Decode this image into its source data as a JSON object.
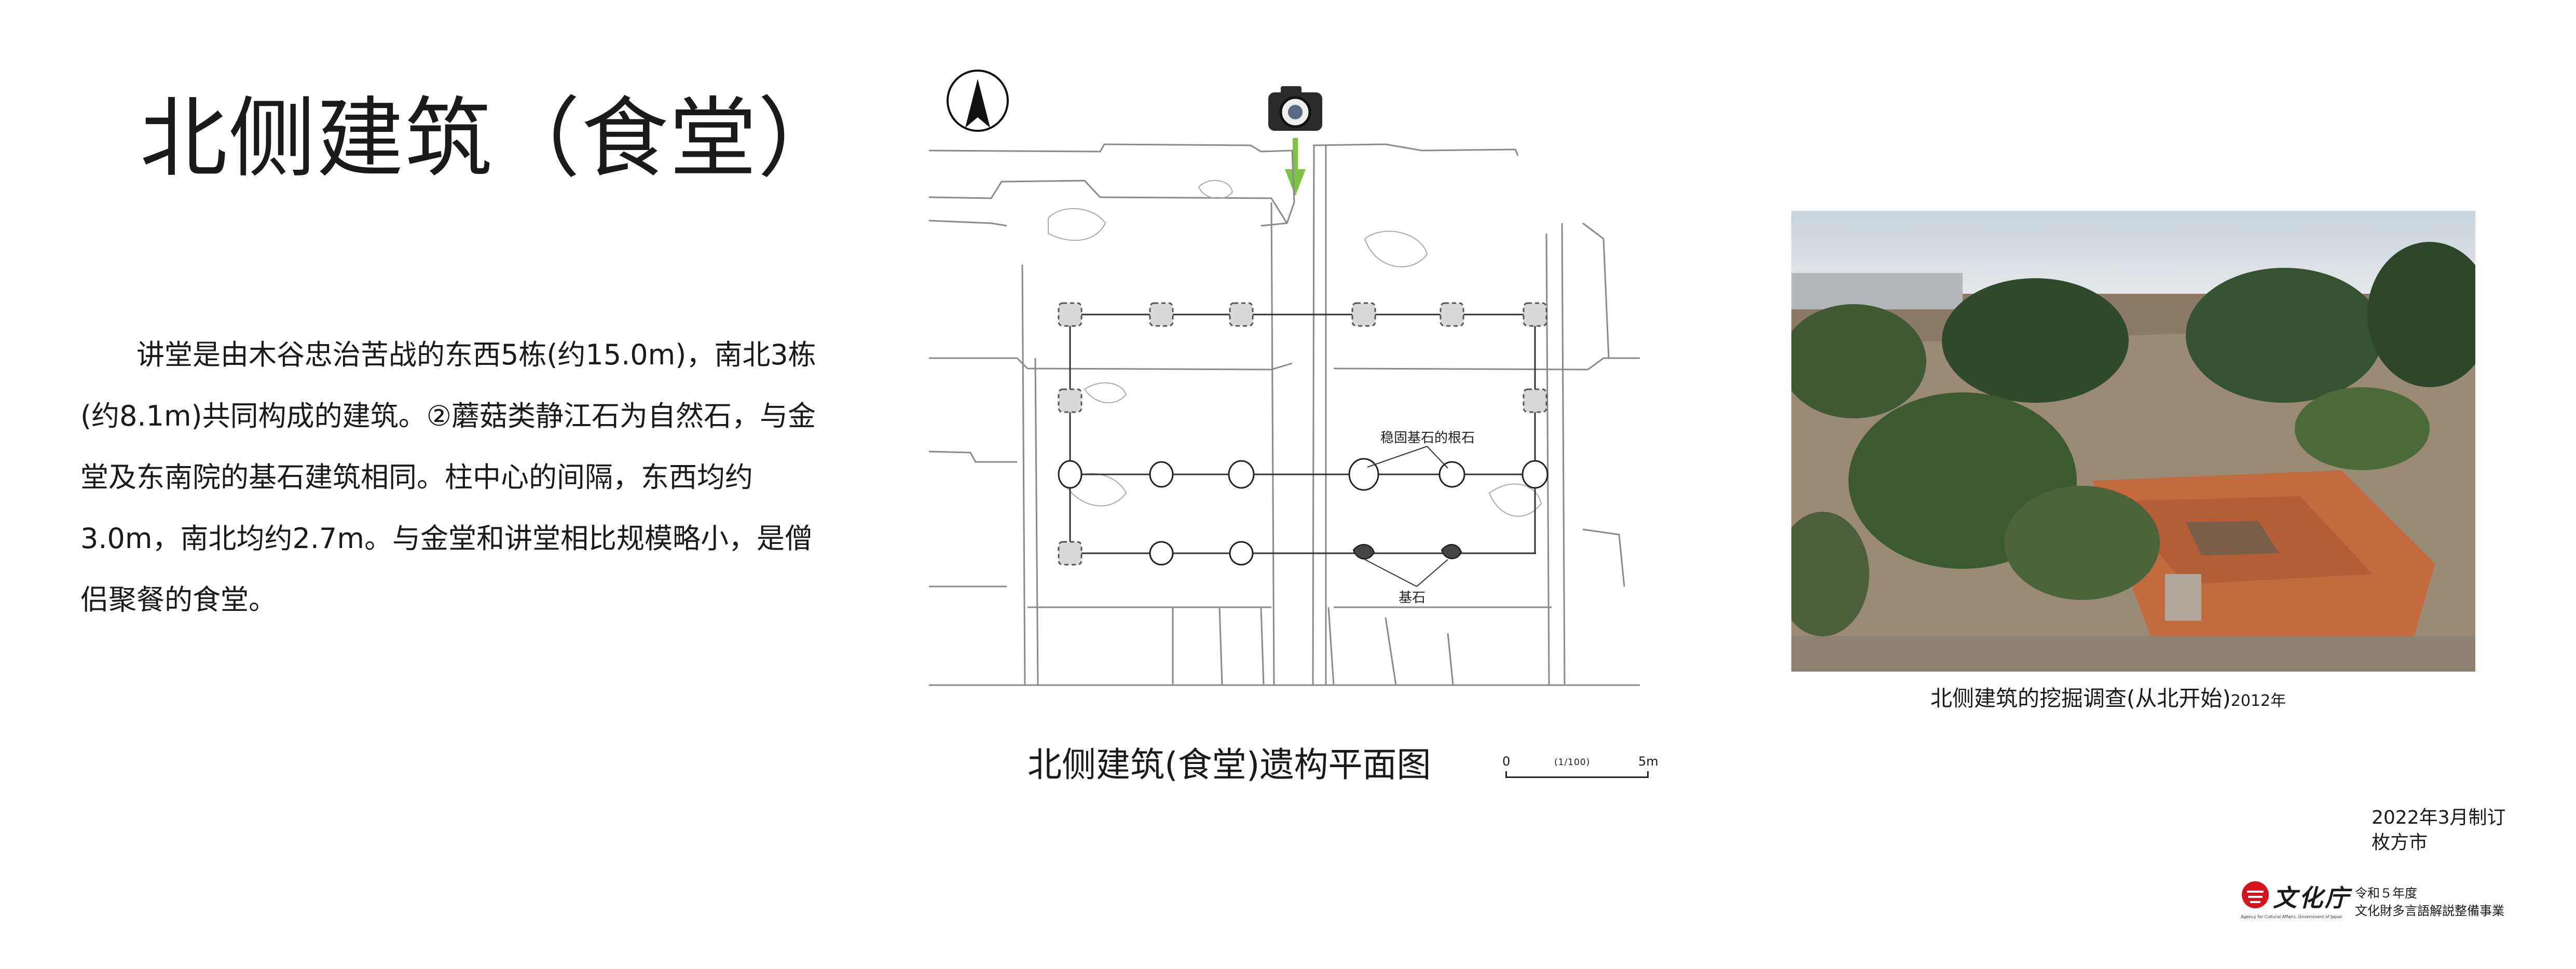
{
  "title": "北侧建筑（食堂）",
  "body_text": "讲堂是由木谷忠治苦战的东西5栋(约15.0m)，南北3栋(约8.1m)共同构成的建筑。②蘑菇类静江石为自然石，与金堂及东南院的基石建筑相同。柱中心的间隔，东西均约3.0m，南北均约2.7m。与金堂和讲堂相比规模略小，是僧侣聚餐的食堂。",
  "plan": {
    "caption": "北侧建筑(食堂)遗构平面图",
    "label_root_stone": "稳固基石的根石",
    "label_base_stone": "基石",
    "scale_start": "0",
    "scale_ratio": "(1/100)",
    "scale_end": "5m",
    "icons": {
      "north": "north-arrow-icon",
      "camera": "camera-icon",
      "direction": "down-arrow-icon"
    },
    "arrow_color": "#7dc242"
  },
  "photo": {
    "caption_main": "北侧建筑的挖掘调查(从北开始)",
    "caption_year": "2012年"
  },
  "date_line": "2022年3月制订",
  "city": "枚方市",
  "footer": {
    "logo_text": "文化庁",
    "logo_sub": "Agency for Cultural Affairs, Government of Japan",
    "program_line1": "令和５年度",
    "program_line2": "文化財多言語解説整備事業",
    "logo_color": "#d7141d"
  }
}
